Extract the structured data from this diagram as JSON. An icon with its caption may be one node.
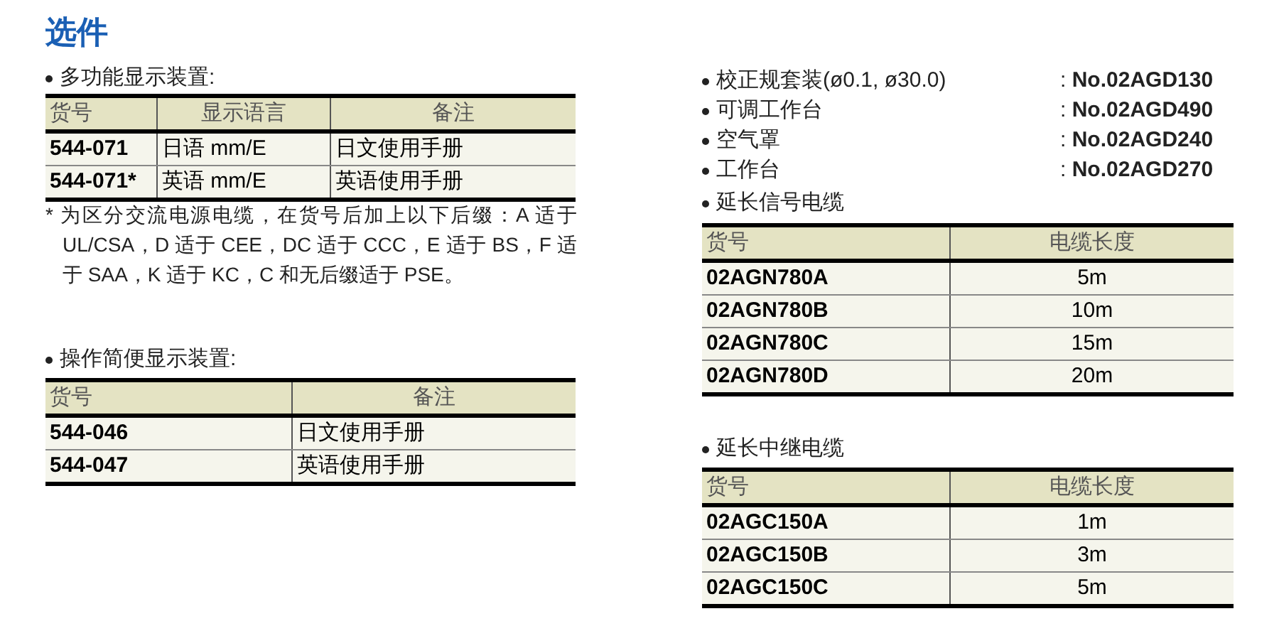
{
  "diagram": {
    "title": "选件",
    "labels": [
      "多功能显示装置:",
      "货号",
      "显示语言",
      "备注",
      "544-071",
      "日语 mm/E",
      "日文使用手册",
      "544-071*",
      "英语 mm/E",
      "英语使用手册",
      "* 为区分交流电源电缆，在货号后加上以下后缀：A 适于 UL/CSA，D 适于 CEE，DC 适于 CCC，E 适于 BS，F 适于 SAA，K 适于 KC，C 和无后缀适于 PSE。",
      "操作简便显示装置:",
      "货号",
      "备注",
      "544-046",
      "日文使用手册",
      "544-047",
      "英语使用手册",
      "校正规套装(ø0.1, ø30.0)",
      ": **No.02AGD130**",
      "可调工作台",
      ": **No.02AGD490**",
      "空气罩",
      ": **No.02AGD240**",
      "工作台",
      ": **No.02AGD270**",
      "延长信号电缆",
      "货号",
      "电缆长度",
      "02AGN780A",
      "5m",
      "02AGN780B",
      "10m",
      "02AGN780C",
      "15m",
      "02AGN780D",
      "20m",
      "延长中继电缆",
      "货号",
      "电缆长度",
      "02AGC150A",
      "1m",
      "02AGC150B",
      "3m",
      "02AGC150C",
      "5m"
    ]
  }
}
